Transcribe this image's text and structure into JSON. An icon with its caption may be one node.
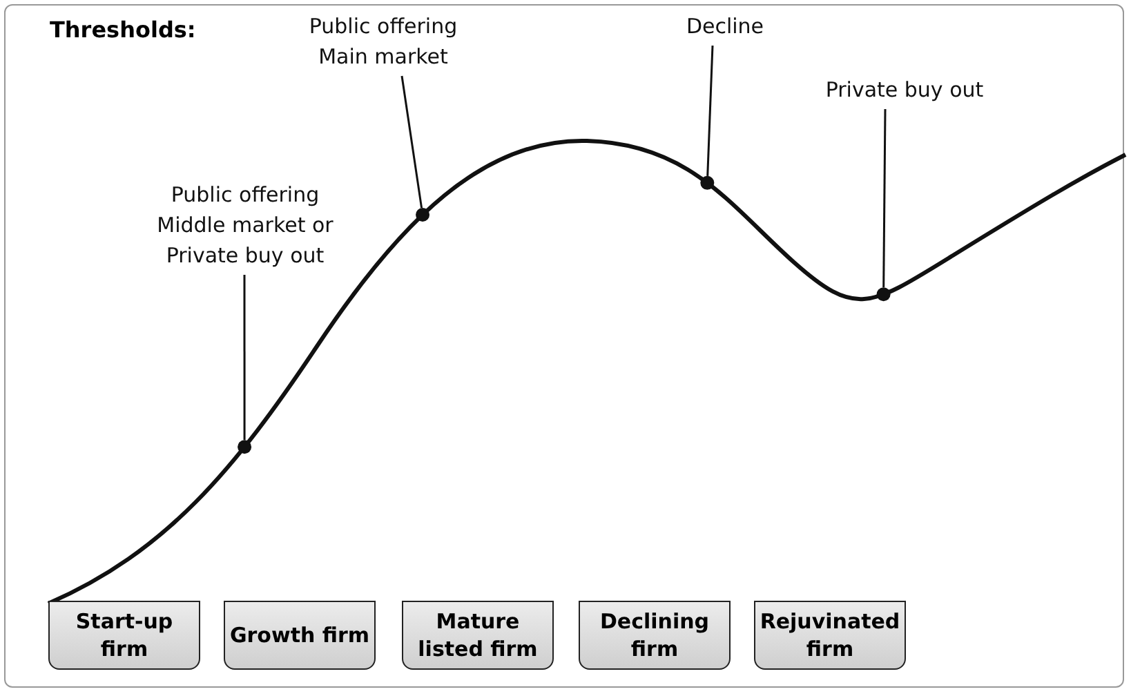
{
  "diagram": {
    "title": "Thresholds:",
    "nodes": [
      {
        "text": [
          "Public offering Middle market or Private buy out"
        ]
      },
      {
        "text": [
          "Public offering Main market"
        ]
      },
      {
        "text": [
          "Decline"
        ]
      },
      {
        "text": [
          "Private buy out"
        ]
      },
      {
        "text": [],
        "shape": "circle"
      },
      {
        "text": [],
        "shape": "circle"
      },
      {
        "text": [],
        "shape": "circle"
      },
      {
        "text": [],
        "shape": "circle"
      },
      {
        "text": [
          "Start-up firm"
        ]
      },
      {
        "text": [
          "Growth firm"
        ]
      },
      {
        "text": [
          "Mature listed firm"
        ]
      },
      {
        "text": [
          "Declining firm"
        ]
      },
      {
        "text": [
          "Rejuvinated firm"
        ]
      }
    ],
    "edges": [
      {
        "from": 0,
        "to": 4,
        "arrow": "none"
      },
      {
        "from": 1,
        "to": 5,
        "arrow": "none"
      },
      {
        "from": 2,
        "to": 6,
        "arrow": "none"
      },
      {
        "from": 3,
        "to": 7,
        "arrow": "none"
      }
    ]
  }
}
